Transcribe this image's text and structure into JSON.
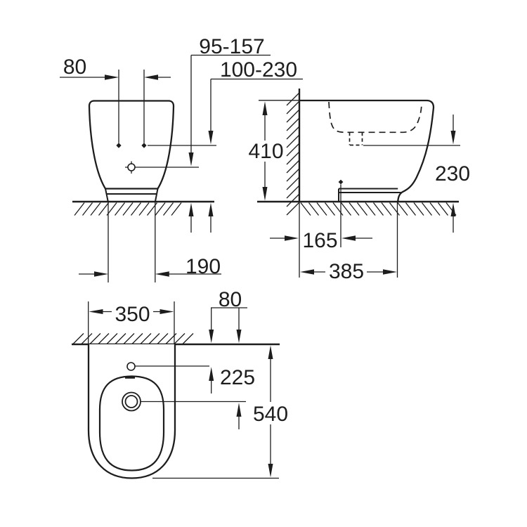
{
  "drawing": {
    "line_color": "#1d1d1d",
    "background_color": "#ffffff",
    "views": {
      "front": {
        "dims": {
          "hole_spacing": "80",
          "spray_height_range": "95-157",
          "hole_height_range": "100-230",
          "outlet_offset": "190"
        }
      },
      "side": {
        "dims": {
          "overall_height": "410",
          "rim_step_height": "230",
          "drain_from_wall": "165",
          "base_depth": "385"
        }
      },
      "top": {
        "dims": {
          "overall_width": "350",
          "tap_hole_from_wall": "80",
          "spray_from_wall": "225",
          "overall_length": "540"
        }
      }
    }
  }
}
